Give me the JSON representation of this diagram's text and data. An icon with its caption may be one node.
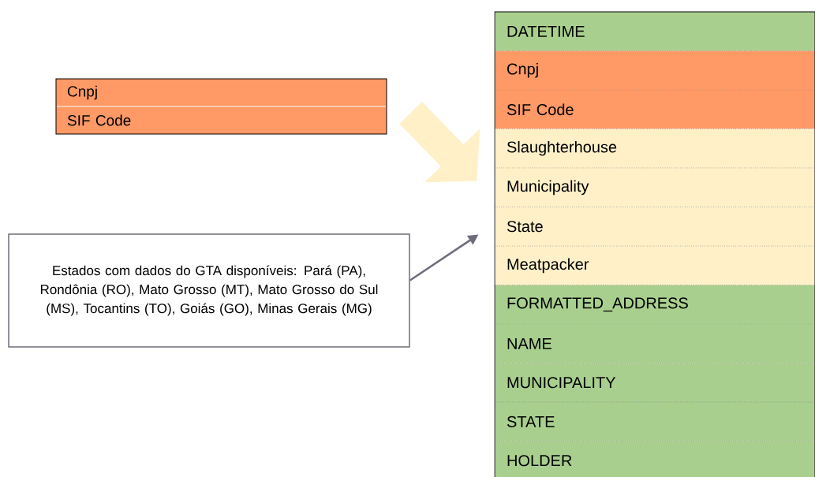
{
  "diagram": {
    "nodes": [
      {
        "text": [],
        "shape": "box"
      },
      {
        "text": [
          "Cnpj"
        ],
        "in": 0
      },
      {
        "text": [
          "SIF Code"
        ],
        "in": 0
      },
      {
        "text": [
          "Estados com dados do GTA disponíveis: Pará (PA), Rondônia (RO), Mato Grosso (MT), Mato Grosso do Sul (MS), Tocantins (TO), Goiás (GO), Minas Gerais (MG)"
        ]
      },
      {
        "text": [],
        "shape": "box"
      },
      {
        "text": [
          "DATETIME"
        ],
        "in": 4
      },
      {
        "text": [
          "Cnpj"
        ],
        "in": 4
      },
      {
        "text": [
          "SIF Code"
        ],
        "in": 4
      },
      {
        "text": [
          "Slaughterhouse"
        ],
        "in": 4
      },
      {
        "text": [
          "Municipality"
        ],
        "in": 4
      },
      {
        "text": [
          "State"
        ],
        "in": 4
      },
      {
        "text": [
          "Meatpacker"
        ],
        "in": 4
      },
      {
        "text": [
          "FORMATTED_ADDRESS"
        ],
        "in": 4
      },
      {
        "text": [
          "NAME"
        ],
        "in": 4
      },
      {
        "text": [
          "MUNICIPALITY"
        ],
        "in": 4
      },
      {
        "text": [
          "STATE"
        ],
        "in": 4
      },
      {
        "text": [
          "HOLDER"
        ],
        "in": 4
      }
    ],
    "edges": [
      {
        "from": 0,
        "to": 4,
        "arrow": "to",
        "style": "thick",
        "color": "#fff0c8"
      },
      {
        "from": 3,
        "to": 4,
        "arrow": "to",
        "color": "#706b7b"
      }
    ]
  }
}
